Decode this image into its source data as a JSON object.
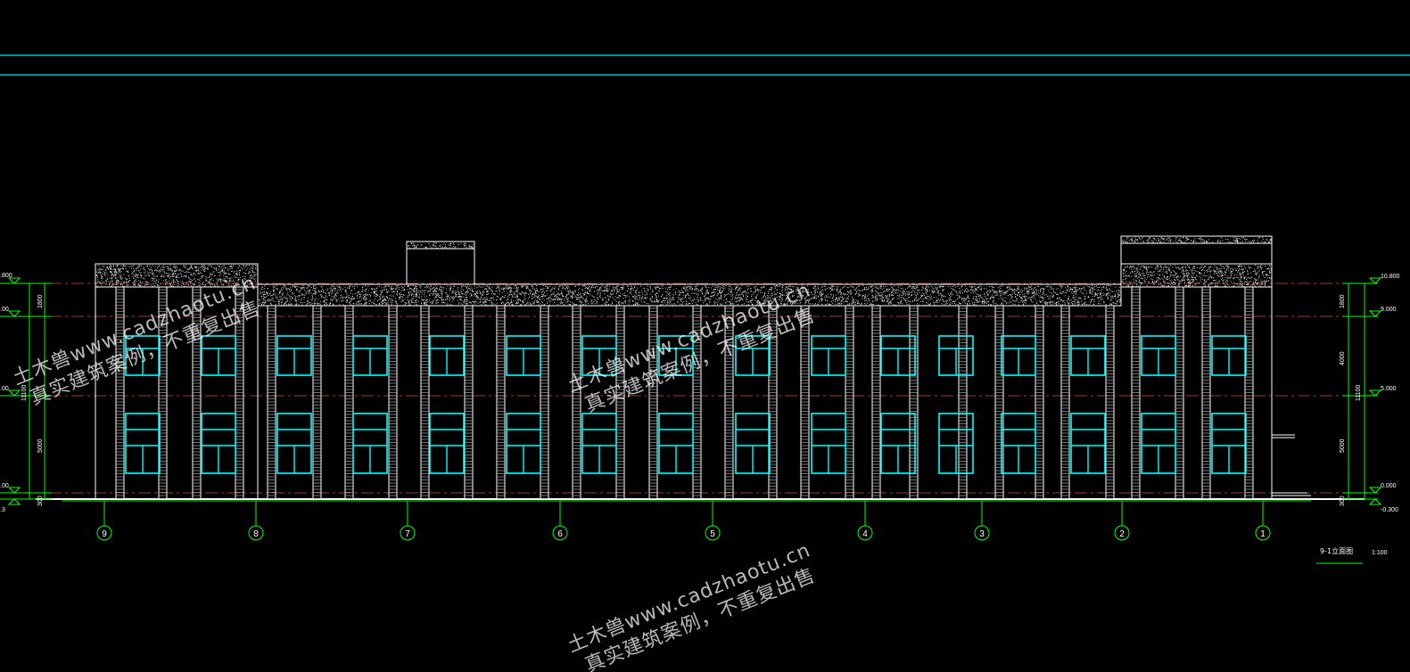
{
  "drawing": {
    "title": "9-1立面图",
    "scale": "1:100",
    "axes": [
      "9",
      "8",
      "7",
      "6",
      "5",
      "4",
      "3",
      "2",
      "1"
    ],
    "elevations_right": [
      "10.800",
      "9.000",
      "5.000",
      "0.000",
      "-0.300"
    ],
    "elevations_left": [
      ".800",
      ".00",
      ".00",
      ".00",
      ".3"
    ],
    "dims_right": [
      "1800",
      "4000",
      "5000",
      "300"
    ],
    "dim_total_right": "11100",
    "dims_left": [
      "1800",
      "5000",
      "300"
    ],
    "dim_total_left": "11100",
    "watermark_line1": "土木兽www.cadzhaotu.cn",
    "watermark_line2": "真实建筑案例，不重复出售"
  },
  "colors": {
    "background": "#000000",
    "cyan": "#00ffff",
    "green": "#00ff00",
    "white": "#ffffff",
    "red_dash": "#ff6a4d"
  }
}
